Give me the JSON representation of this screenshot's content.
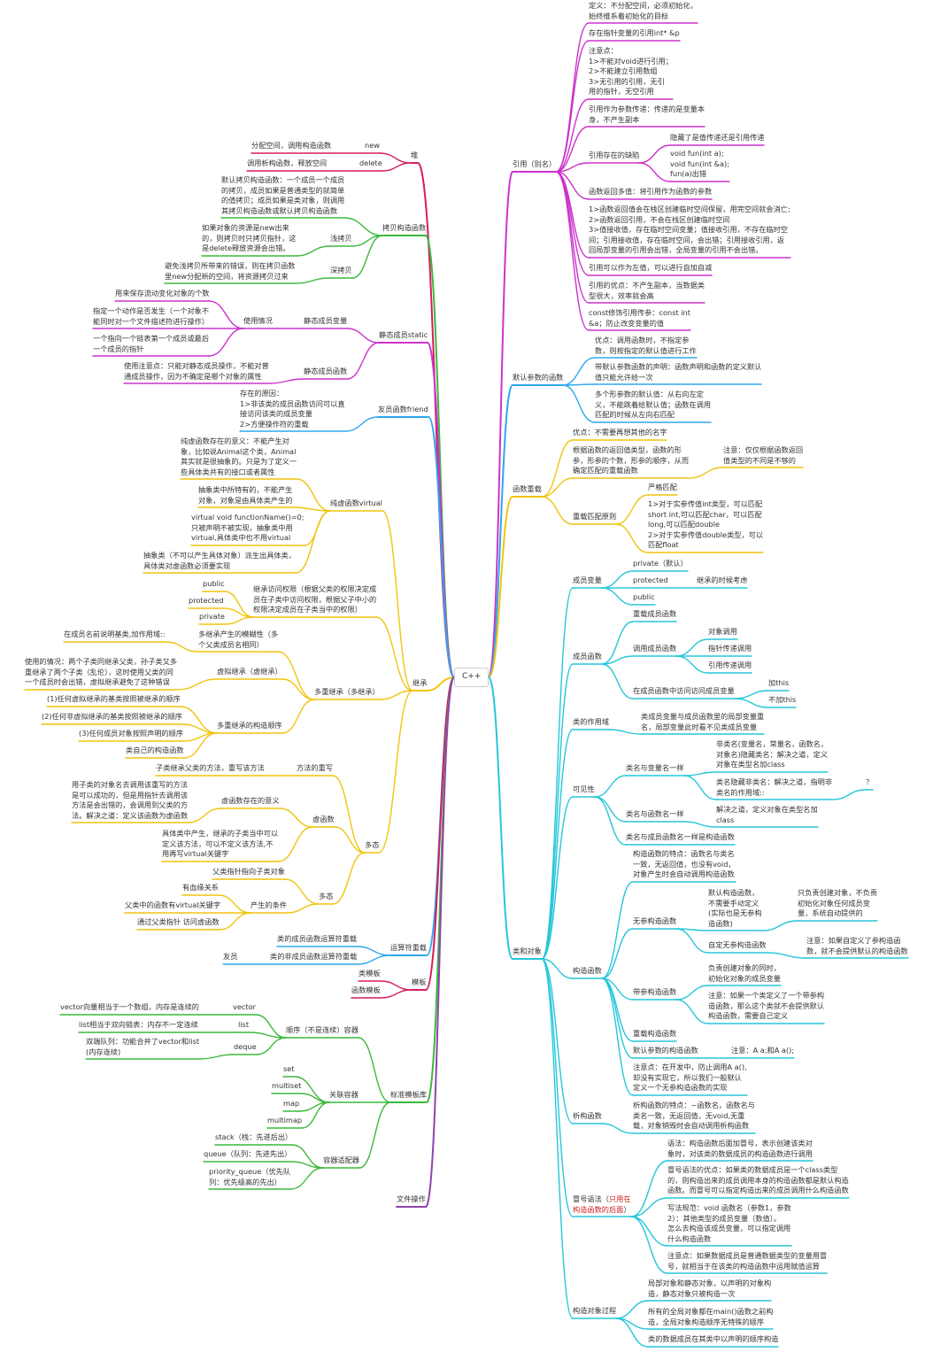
{
  "colors": {
    "magenta": "#cc33cc",
    "blue": "#2ea8ee",
    "yellow": "#f1c40f",
    "cyan": "#26c6da",
    "green": "#3cb93c",
    "crimson": "#d81b60",
    "purple": "#8e44ad"
  },
  "root": "C++",
  "left": {
    "heap": {
      "label": "堆",
      "new": "new",
      "new_desc": "分配空间，调用构造函数",
      "delete": "delete",
      "delete_desc": "调用析构函数，释放空间"
    },
    "copy_ctor": {
      "label": "拷贝构造函数",
      "default_desc": "默认拷贝构造函数：一个成员一个成员\n的拷贝，成员如果是普通类型的就简单\n的值拷贝；成员如果是类对象，则调用\n其拷贝构造函数或默认拷贝构造函数",
      "shallow": "浅拷贝",
      "shallow_desc": "如果对象的资源是new出来\n的，则拷贝时只拷贝指针，这\n是delete释放资源会出错。",
      "deep": "深拷贝",
      "deep_desc": "避免浅拷贝所带来的错误，则在拷贝函数\n里new分配新的空间，将资源拷贝过来"
    },
    "static": {
      "label": "静态成员static",
      "var": "静态成员变量",
      "usage": "使用情况",
      "usage_items": [
        "用来保存流动变化对象的个数",
        "指定一个动作是否发生（一个对象不\n能同时对一个文件描述符进行操作）",
        "一个指向一个链表第一个成员或最后\n一个成员的指针"
      ],
      "func": "静态成员函数",
      "func_desc": "使用注意点：只能对静态成员操作，不能对普\n通成员操作，因为不确定是哪个对象的属性"
    },
    "friend": {
      "label": "友员函数friend",
      "desc": "存在的原因：\n1>非该类的成员函数访问可以直\n接访问该类的成员变量\n2>方便操作符的重载"
    },
    "inherit": {
      "label": "继承",
      "virtual_func": "纯虚函数virtual",
      "vf_items": [
        "纯虚函数存在的意义：不能产生对\n象，比如说Animal这个类，Animal\n其实就是很抽象的。只是为了定义一\n些具体类共有的接口或者属性",
        "抽象类中所特有的，不能产生\n对象，对象是由具体类产生的",
        "virtual void functionName()=0;\n只被声明不被实现，抽象类中用\nvirtual,具体类中也不用virtual",
        "抽象类（不可以产生具体对象）派生出具体类，\n具体类对虚函数必须要实现"
      ],
      "access_desc": "继承访问权限（根据父类的权限决定成\n员在子类中访问权限，根据父子中小的\n权限决定成员在子类当中的权限）",
      "access_items": [
        "public",
        "protected",
        "private"
      ],
      "multi": "多重继承（多继承）",
      "ambiguity": "多继承产生的模糊性（多\n个父类成员名相同）",
      "ambiguity_desc": "在成员名前说明基类,加作用域::",
      "virtual_inherit": "虚拟继承（虚继承）",
      "vi_desc": "使用的情况：两个子类同继承父类，孙子类又多\n重继承了两个子类（乱伦），这时使用父类的同\n一个成员时会出错，虚拟继承避免了这种错误",
      "ctor_order": "多重继承的构造顺序",
      "order_items": [
        "(1)任何虚拟继承的基类按照被继承的顺序",
        "(2)任何非虚拟继承的基类按照被继承的顺序",
        "(3)任何成员对象按照声明的顺序",
        "类自己的构造函数"
      ],
      "poly": "多态",
      "override": "方法的重写",
      "override_desc": "子类继承父类的方法，重写该方法",
      "vfunc": "虚函数",
      "vfunc_meaning": "虚函数存在的意义",
      "vfunc_meaning_desc": "用子类的对象名去调用该重写的方法\n是可以成功的，但是用指针去调用该\n方法是会出错的，会调用到父类的方\n法。解决之道：定义该函数为虚函数",
      "vfunc_desc2": "具体类中产生，继承的子类当中可以\n定义该方法，可以不定义该方法,不\n用再写virtual关键字",
      "poly2": "多态",
      "poly_ptr": "父类指针指向子类对象",
      "cond": "产生的条件",
      "cond_items": [
        "有血缘关系",
        "父类中的函数有virtual关键字",
        "通过父类指针 访问虚函数"
      ]
    },
    "operator": {
      "label": "运算符重载",
      "member": "类的成员函数运算符重载",
      "nonmember": "类的非成员函数运算符重载",
      "friend": "友员"
    },
    "template": {
      "label": "模板",
      "class": "类模板",
      "func": "函数模板"
    },
    "stl": {
      "label": "标准模板库",
      "seq": "顺序（不是连续）容器",
      "vector": "vector",
      "vector_desc": "vector向量相当于一个数组，内存是连续的",
      "list": "list",
      "list_desc": "list相当于双向链表：内存不一定连续",
      "deque": "deque",
      "deque_desc": "双端队列：功能合并了vector和list\n(内存连续)",
      "assoc": "关联容器",
      "assoc_items": [
        "set",
        "multiset",
        "map",
        "multimap"
      ],
      "adapter": "容器适配器",
      "adapter_items": [
        "stack（栈：先进后出）",
        "queue（队列：先进先出）",
        "priority_queue（优先队\n列：优先级高的先出）"
      ]
    },
    "file": {
      "label": "文件操作"
    }
  },
  "right": {
    "ref": {
      "label": "引用（别名）",
      "items": [
        "定义：不分配空间，必须初始化，\n始终维系着初始化的目标",
        "存在指针变量的引用int* &p",
        "注意点：\n1>不能对void进行引用；\n2>不能建立引用数组\n3>无引用的引用，无引\n用的指针，无空引用",
        "引用作为参数传递：传递的是变量本\n身，不产生副本"
      ],
      "defect": "引用存在的缺陷",
      "defect_items": [
        "隐藏了是值传递还是引用传递",
        "void fun(int a);\nvoid fun(int &a);\nfun(a)出错"
      ],
      "items2": [
        "函数返回多值：将引用作为函数的参数",
        "1>函数返回值会在栈区创建临时空间保留，用完空间就会消亡;\n2>函数返回引用，不会在栈区创建临时空间\n3>值接收值，存在临时空间变量；值接收引用，不存在临时空\n间；引用接收值，存在临时空间，会出错；引用接收引用，返\n回局部变量的引用会出错，全局变量的引用不会出错。",
        "引用可以作为左值，可以进行自加自减",
        "引用的优点：不产生副本，当数据类\n型很大，效率就会高",
        "const修饰引用传参：const int\n&a；防止改变变量的值"
      ]
    },
    "default_param": {
      "label": "默认参数的函数",
      "items": [
        "优点：调用函数时，不指定参\n数，则按指定的默认值进行工作",
        "带默认参数函数的声明：函数声明和函数的定义默认\n值只能允许给一次",
        "多个形参数的默认值：从右向左定\n义，不能跳着给默认值；函数在调用\n匹配的时候从左向右匹配"
      ]
    },
    "overload": {
      "label": "函数重载",
      "adv": "优点：不需要再想其他的名字",
      "return_desc": "根据函数的返回值类型，函数的形\n参，形参的个数，形参的顺序，从而\n确定匹配的重载函数",
      "return_note": "注意：仅仅根据函数返回\n值类型的不同是不够的",
      "match": "重载匹配原则",
      "strict": "严格匹配",
      "rules": "1>对于实参传值int类型，可以匹配\nshort int,可以匹配char，可以匹配\nlong,可以匹配double\n2>对于实参传值double类型，可以\n匹配float"
    },
    "class": {
      "label": "类和对象",
      "member_var": "成员变量",
      "mv_items": [
        "private（默认）",
        "protected",
        "public"
      ],
      "inherit_consider": "继承的时候考虑",
      "member_func": "成员函数",
      "overload_member": "重载成员函数",
      "call_member": "调用成员函数",
      "call_items": [
        "对象调用",
        "指针传递调用",
        "引用传递调用"
      ],
      "access_member": "在成员函数中访问访问成员变量",
      "access_items": [
        "加this",
        "不加this"
      ],
      "scope": "类的作用域",
      "scope_desc": "类成员变量与成员函数里的局部变量重\n名，局部变量此时看不见类成员变量",
      "visible": "可见性",
      "same_var": "类名与变量名一样",
      "same_var_items": [
        "非类名(变量名，常量名，函数名，\n对象名)隐藏类名：解决之道，定义\n对象在类型名加class",
        "类名隐藏非类名：解决之道，指明非\n类名的作用域::"
      ],
      "question": "？",
      "same_func": "类名与函数名一样",
      "same_func_desc": "解决之道，定义对象在类型名加\nclass",
      "same_member_func": "类名与成员函数名一样是构造函数",
      "ctor": "构造函数",
      "ctor_feature": "构造函数的特点：函数名与类名\n一致，无返回值，也没有void，\n对象产生时会自动调用构造函数",
      "no_param": "无参构造函数",
      "default_ctor": "默认构造函数，\n不需要手动定义\n(实际也是无参构\n造函数)",
      "default_ctor_desc": "只负责创建对象，不负责\n初始化对象任何成员变\n量，系统自动提供的",
      "custom_no_param": "自定无参构造函数",
      "custom_note": "注意：如果自定义了参构造函\n数，就不会提供默认的构造函数",
      "with_param": "带参构造函数",
      "with_param_items": [
        "负责创建对象的同时，\n初始化对象的成员变量",
        "注意：如果一个类定义了一个带参构\n造函数，那么这个类就不会提供默认\n构造函数，需要自己定义"
      ],
      "overload_ctor": "重载构造函数",
      "default_param_ctor": "默认参数的构造函数",
      "default_param_note": "注意：A a;和A a();",
      "default_param_desc": "注意点：在开发中，防止调用A a(),\n却没有实现它，所以我们一般默认\n定义一个无参构造函数的实现",
      "dtor": "析构函数",
      "dtor_desc": "析构函数的特点：~函数名，函数名与\n类名一致，无返回值，无void,无重\n载，对象销毁时会自动调用析构函数",
      "colon": "冒号语法（",
      "colon_red": "只用在\n构造函数的后面",
      "colon_end": "）",
      "colon_items": [
        "语法：构造函数后面加冒号，表示创建该类对\n象时，对该类的数据成员的构造函数进行调用",
        "冒号语法的优点：如果类的数据成员是一个class类型\n的，则构造出来的成员调用本身的构造函数都是默认构造\n函数。而冒号可以指定构造出来的成员调用什么构造函数",
        "写法规范：void 函数名（参数1，参数\n2）：其他类型的成员变量（数值）。\n怎么去构造该成员变量，可以指定调用\n什么构造函数",
        "注意点：如果数据成员是普通数据类型的变量用冒\n号，就相当于在该类的构造函数中运用赋值运算"
      ],
      "process": "构造对象过程",
      "process_items": [
        "局部对象和静态对象，以声明的对象构\n造，静态对象只被构造一次",
        "所有的全局对象都在main()函数之前构\n造，全局对象构造顺序无特殊的顺序",
        "类的数据成员在其类中以声明的顺序构造"
      ]
    }
  }
}
